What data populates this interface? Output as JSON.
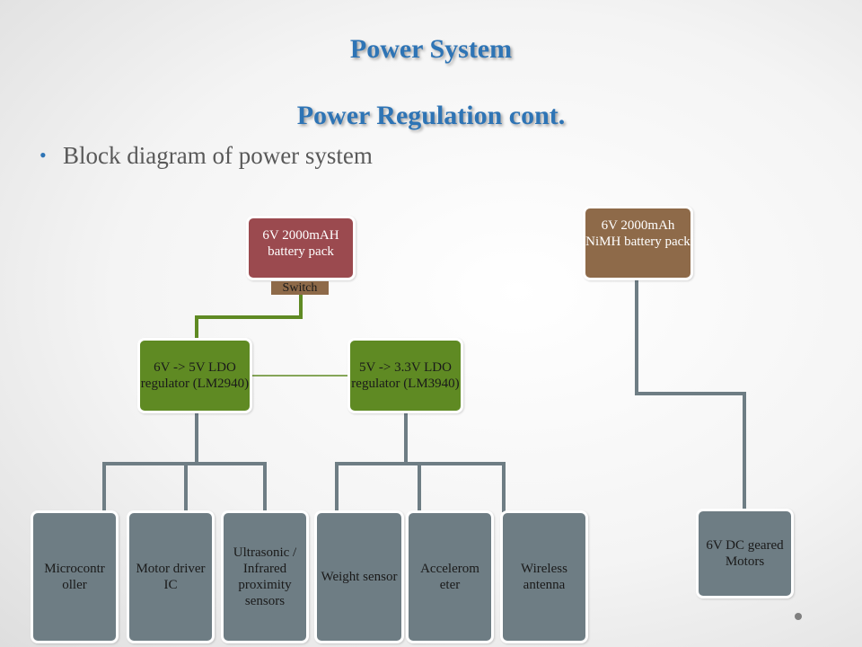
{
  "slide": {
    "title_line1": "Power System",
    "title_line2": "Power Regulation cont.",
    "bullet": "Block diagram of power system"
  },
  "diagram": {
    "battery": "6V 2000mAH battery pack",
    "switch": "Switch",
    "reg_5v": "6V -> 5V LDO regulator (LM2940)",
    "reg_3v3": "5V -> 3.3V LDO regulator (LM3940)",
    "nimh": "6V 2000mAh NiMH battery pack",
    "loads_5v": [
      "Microcontr oller",
      "Motor driver IC",
      "Ultrasonic / Infrared proximity sensors"
    ],
    "loads_3v3": [
      "Weight sensor",
      "Accelerom eter",
      "Wireless antenna"
    ],
    "motors": "6V DC geared Motors"
  },
  "colors": {
    "title": "#2e74b5",
    "battery": "#9b4a4f",
    "nimh_battery": "#8e6a49",
    "regulator": "#5f8a23",
    "load": "#6e7d84",
    "green_wire": "#5f8a23",
    "gray_wire": "#6e7d84"
  }
}
